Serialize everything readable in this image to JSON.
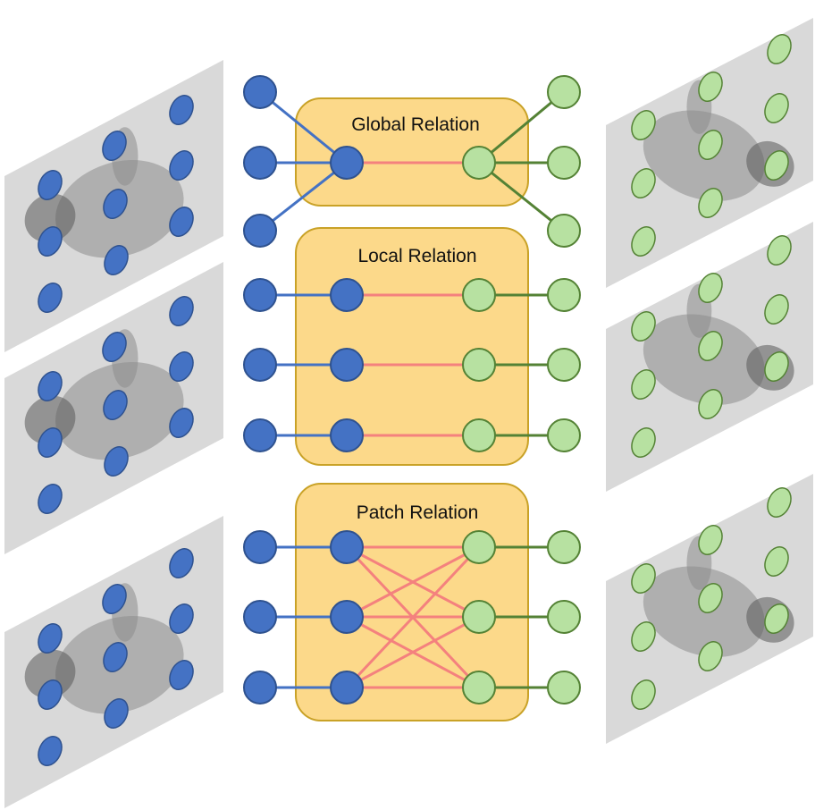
{
  "relations": [
    {
      "title": "Global Relation",
      "type": "global"
    },
    {
      "title": "Local Relation",
      "type": "local"
    },
    {
      "title": "Patch Relation",
      "type": "patch"
    }
  ],
  "colors": {
    "source_keypoint": "#4472c4",
    "target_keypoint": "#b7e1a1",
    "source_edge": "#4472c4",
    "target_edge": "#548235",
    "relation_edge": "#f4817e",
    "relation_box": "#fcd98a"
  },
  "source_images": 3,
  "target_images": 3,
  "keypoints_per_image": 9
}
